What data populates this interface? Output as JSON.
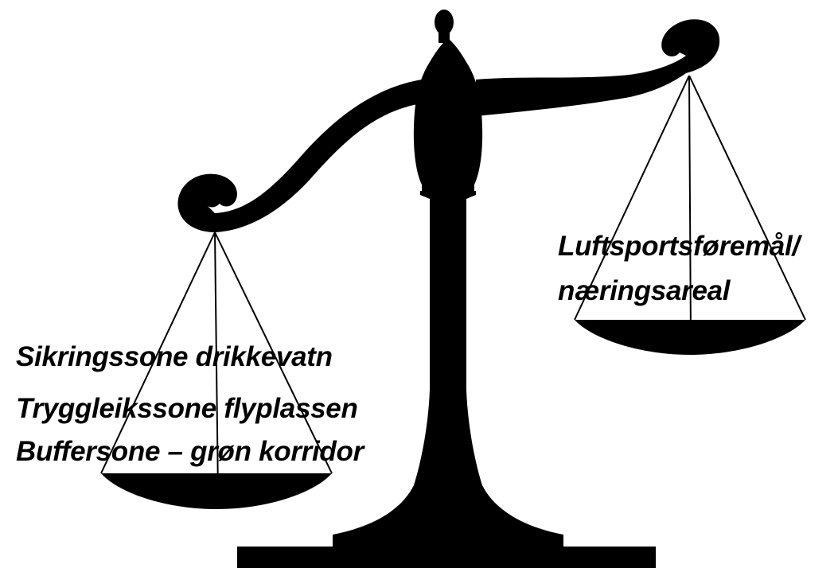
{
  "diagram": {
    "left_pan": {
      "lines": [
        "Sikringssone drikkevatn",
        "Tryggleikssone flyplassen",
        "Buffersone – grøn korridor"
      ]
    },
    "right_pan": {
      "lines": [
        "Luftsportsføremål/",
        "næringsareal"
      ]
    },
    "colors": {
      "ink": "#000000",
      "background": "#ffffff"
    }
  }
}
